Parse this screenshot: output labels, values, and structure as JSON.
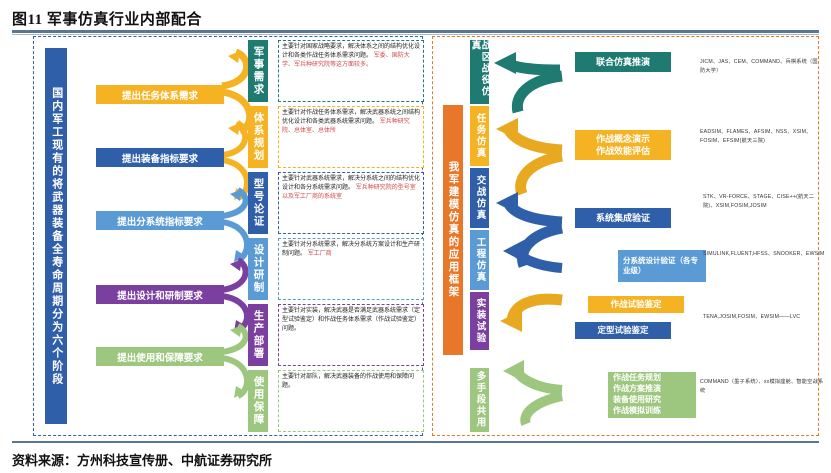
{
  "header": {
    "figure_title": "图11  军事仿真行业内部配合",
    "source": "资料来源：方州科技宣传册、中航证券研究所"
  },
  "left_panel": {
    "banner": "国内军工现有的将武器装备全寿命周期分为六个阶段",
    "stages": [
      {
        "label": "提出任务体系需求",
        "color": "#f5b324"
      },
      {
        "label": "提出装备指标要求",
        "color": "#2f5fa8"
      },
      {
        "label": "提出分系统指标要求",
        "color": "#5b9bd5"
      },
      {
        "label": "提出设计和研制要求",
        "color": "#7b3fa0"
      },
      {
        "label": "提出使用和保障要求",
        "color": "#9dc77f"
      }
    ],
    "phases": [
      {
        "label": "军事需求",
        "color": "#1f7a72"
      },
      {
        "label": "体系规划",
        "color": "#f5b324"
      },
      {
        "label": "型号论证",
        "color": "#2f5fa8"
      },
      {
        "label": "设计研制",
        "color": "#5b9bd5"
      },
      {
        "label": "生产部署",
        "color": "#7b3fa0"
      },
      {
        "label": "使用保障",
        "color": "#9dc77f"
      }
    ],
    "notes": [
      {
        "border": "#1f7a72",
        "body": "主要针对国家战略要求，解决体系之间的结构优化设计和各类作战任务体系需求问题。",
        "highlight": "军委、国防大学、军兵种研究院等这方面较多。"
      },
      {
        "border": "#f5b324",
        "body": "主要针对作战任务体系需求，解决武器系统之间结构优化设计和各类武器系统需求问题。",
        "highlight": "军兵种研究院、总体室、总体所"
      },
      {
        "border": "#2f5fa8",
        "body": "主要针对武器系统需求，解决分系统之间的结构优化设计和各分系统需求问题。",
        "highlight": "军兵种研究院的型号室以及军工厂商的系统室"
      },
      {
        "border": "#5b9bd5",
        "body": "主要针对分系统需求，解决分系统方案设计和生产研制问题。",
        "highlight": "军工厂商"
      },
      {
        "border": "#7b3fa0",
        "body": "主要针对实装，解决武器是否满足武器系统需求（定型试验鉴定）和作战任务体系需求（作战试验鉴定）问题。",
        "highlight": ""
      },
      {
        "border": "#9dc77f",
        "body": "主要针对部队，解决武器装备的作战使用和保障问题。",
        "highlight": ""
      }
    ]
  },
  "right_panel": {
    "banner": "我军建模仿真的应用框架",
    "sim_levels": [
      {
        "label": "战区战役仿真",
        "color": "#1f7a72"
      },
      {
        "label": "任务仿真",
        "color": "#f5b324"
      },
      {
        "label": "交战仿真",
        "color": "#2f5fa8"
      },
      {
        "label": "工程仿真",
        "color": "#5b9bd5"
      },
      {
        "label": "实装试验",
        "color": "#7b3fa0"
      },
      {
        "label": "多手段共用",
        "color": "#9dc77f"
      }
    ],
    "outputs": [
      {
        "label": "联合仿真推演",
        "color": "#1f7a72"
      },
      {
        "label": "作战概念演示\n作战效能评估",
        "color": "#f5b324"
      },
      {
        "label": "系统集成验证",
        "color": "#2f5fa8"
      },
      {
        "label": "分系统设计验证（各专业级）",
        "color": "#5b9bd5"
      },
      {
        "label": "作战试验鉴定",
        "color": "#f5b324"
      },
      {
        "label": "定型试验鉴定",
        "color": "#2f5fa8"
      },
      {
        "label": "作战任务规划\n作战方案推演\n装备使用研究\n作战模拟训练",
        "color": "#9dc77f"
      }
    ],
    "tech_lists": [
      "JICM、JAS、CEM、COMMAND、兵棋系统（国防大学）",
      "EADSIM、FLAMES、AFSIM、NSS、XSIM、FOSIM、EFSIM(航天三院)",
      "STK、VR-FORCE、STAGE、CISE++(航天二院)、XSIM,FOSIM,JOSIM",
      "SIMULINK,FLUENT,HFSS、SNOOKER、EWSIM",
      "TENA,JOSIM,FOSIM、EWSIM——LVC",
      "COMMAND〈墨子系统〉、xx模拟座舱、智能空战系统"
    ]
  }
}
